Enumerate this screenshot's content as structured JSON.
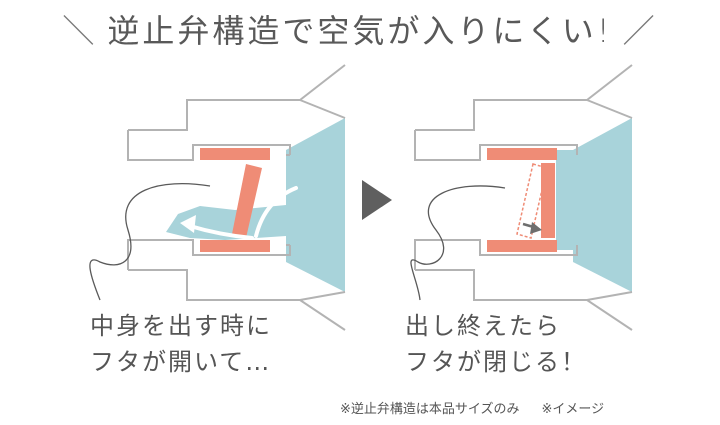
{
  "headline": {
    "left_mark": "＼",
    "text": "逆止弁構造で空気が入りにくい!",
    "right_mark": "／"
  },
  "panels": [
    {
      "id": "open",
      "caption_lines": [
        "中身を出す時に",
        "フタが開いて…"
      ]
    },
    {
      "id": "closed",
      "caption_lines": [
        "出し終えたら",
        "フタが閉じる！"
      ]
    }
  ],
  "footnotes": [
    "※逆止弁構造は本品サイズのみ",
    "※イメージ"
  ],
  "colors": {
    "liquid": "#a8d3da",
    "valve": "#ef8c76",
    "outline": "#b3b3b3",
    "arrow": "#6e6e6e"
  },
  "icons": {
    "next": "triangle-right-icon",
    "flow": "curved-arrow-icon"
  }
}
